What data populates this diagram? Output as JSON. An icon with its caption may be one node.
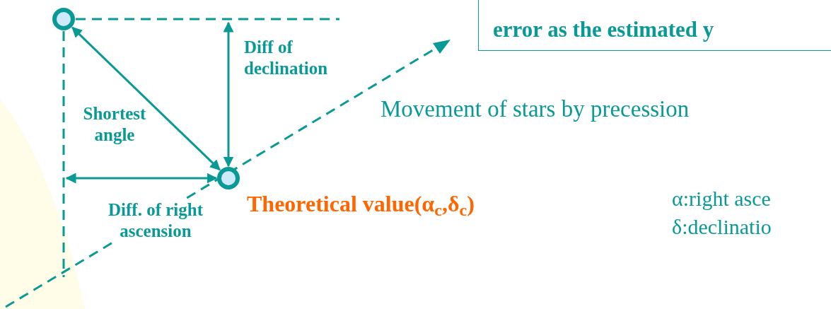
{
  "diagram": {
    "nodes": [
      {
        "text": [],
        "shape": "circle"
      },
      {
        "text": [],
        "shape": "circle",
        "beside": [
          "Theoretical value(α$_{c}$,δ$_{c}$)"
        ]
      },
      {
        "text": [
          "error as the estimated y"
        ]
      }
    ],
    "edges": [
      {
        "from": 0,
        "to": 1,
        "arrow": "both",
        "label": "Shortest angle"
      },
      {
        "from": null,
        "to": 1,
        "arrow": "both",
        "label": "Diff of declination"
      },
      {
        "from": null,
        "to": 1,
        "arrow": "both",
        "label": "Diff. of right ascension"
      },
      {
        "from": 0,
        "to": null,
        "arrow": "none",
        "style": "dashed"
      },
      {
        "from": 0,
        "to": null,
        "arrow": "none",
        "style": "dashed"
      }
    ],
    "labels": [
      "Movement of stars by precession",
      "α:right asce",
      "δ:declinatio"
    ]
  }
}
